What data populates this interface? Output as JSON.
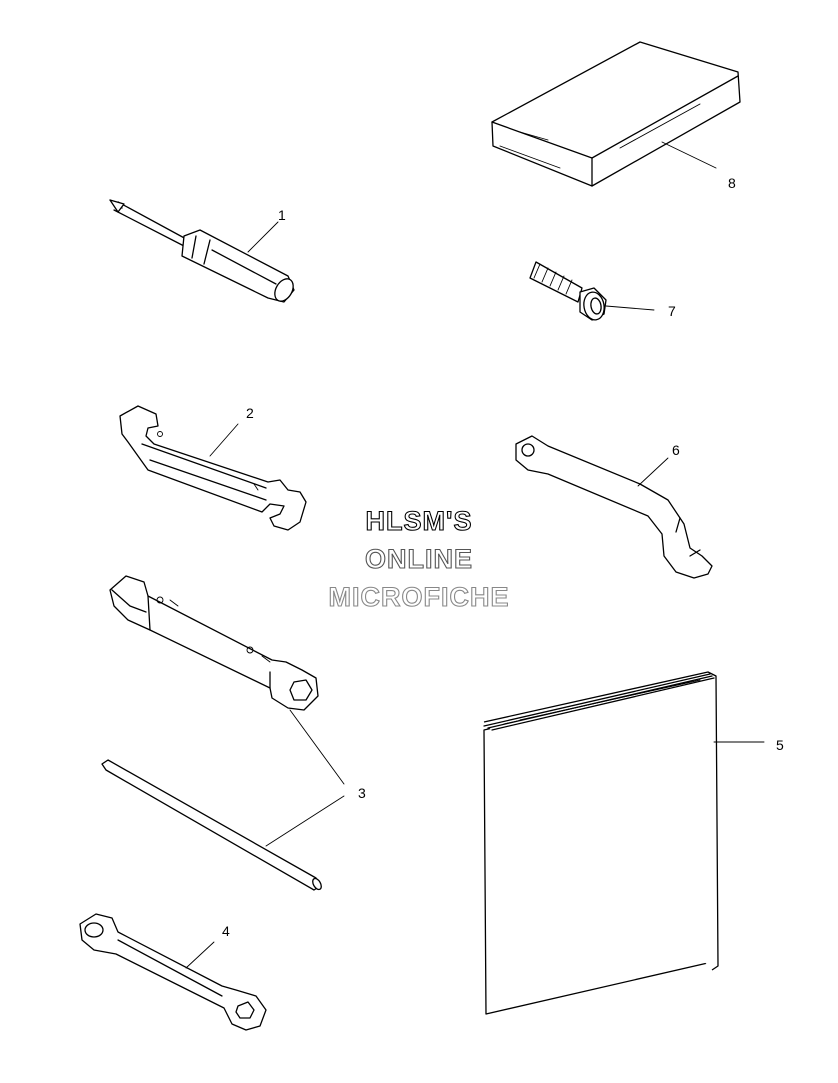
{
  "callouts": {
    "c1": "1",
    "c2": "2",
    "c3": "3",
    "c4": "4",
    "c5": "5",
    "c6": "6",
    "c7": "7",
    "c8": "8"
  },
  "watermark": {
    "line1": "HLSM'S",
    "line2": "ONLINE",
    "line3": "MICROFICHE",
    "color1": "#000000",
    "color2": "#555555",
    "color3": "#888888"
  }
}
